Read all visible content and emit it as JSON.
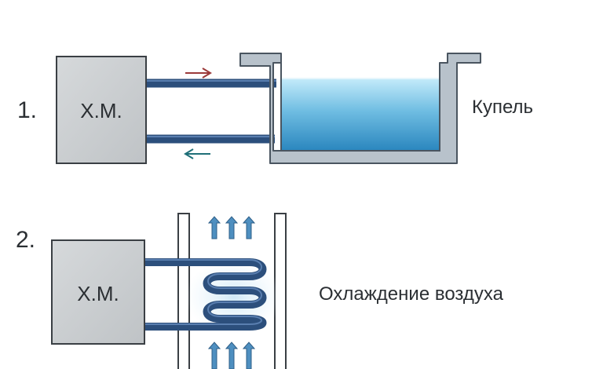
{
  "diagram": {
    "item1": {
      "number": "1.",
      "unit_label": "Х.М.",
      "target_label": "Купель"
    },
    "item2": {
      "number": "2.",
      "unit_label": "Х.М.",
      "target_label": "Охлаждение воздуха"
    }
  },
  "colors": {
    "unit_fill": "#c9ccce",
    "unit_stroke": "#3a3f44",
    "pipe": "#2c4f7c",
    "pipe_highlight": "#5a7fb0",
    "water_top": "#b9e4f6",
    "water_bottom": "#2a86be",
    "tub_wall": "#9aa7b2",
    "arrow_supply": "#9b3a3a",
    "arrow_return": "#1f6f78",
    "air_arrow": "#4e8fc0",
    "text": "#2b2f33"
  },
  "icons": {
    "unit": "refrigeration-unit-box",
    "flow_out": "arrow-right-icon",
    "flow_back": "arrow-left-icon",
    "air_flow": "arrow-up-icon"
  }
}
